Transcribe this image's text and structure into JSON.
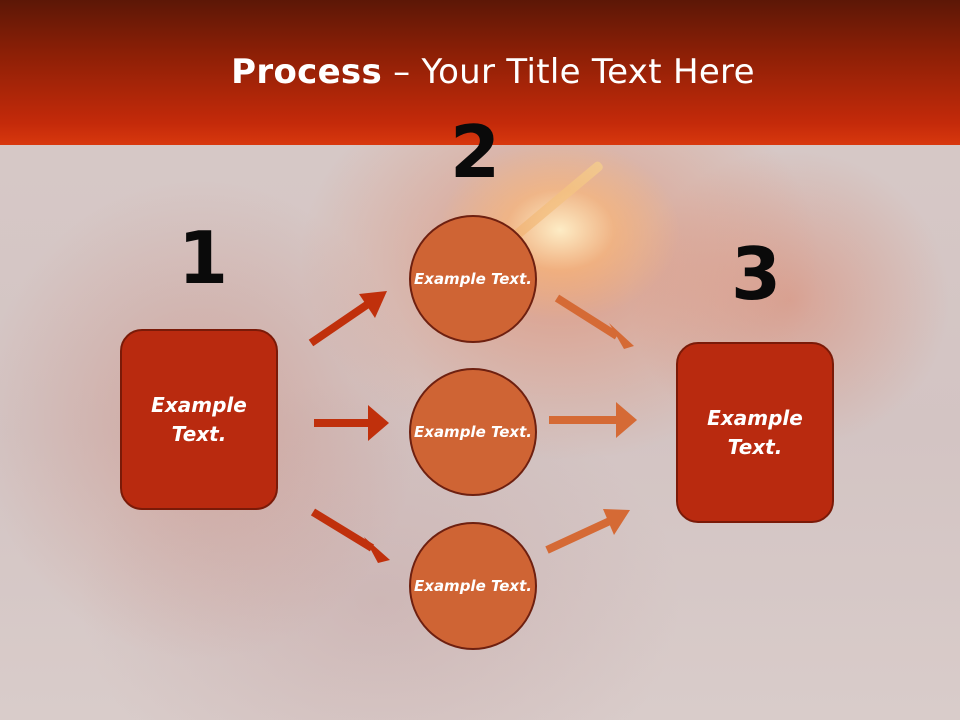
{
  "title": {
    "bold": "Process",
    "dash": " – ",
    "rest": "Your Title Text Here"
  },
  "steps": [
    {
      "number": "1",
      "box_text": "Example Text."
    },
    {
      "number": "2",
      "circles": [
        "Example Text.",
        "Example Text.",
        "Example Text."
      ]
    },
    {
      "number": "3",
      "box_text": "Example Text."
    }
  ],
  "colors": {
    "header_top": "#5c1706",
    "header_bottom": "#d8380e",
    "box_fill": "#b92a0f",
    "circle_fill": "#cf6434",
    "arrow_left": "#c0300c",
    "arrow_right": "#d56a35"
  }
}
